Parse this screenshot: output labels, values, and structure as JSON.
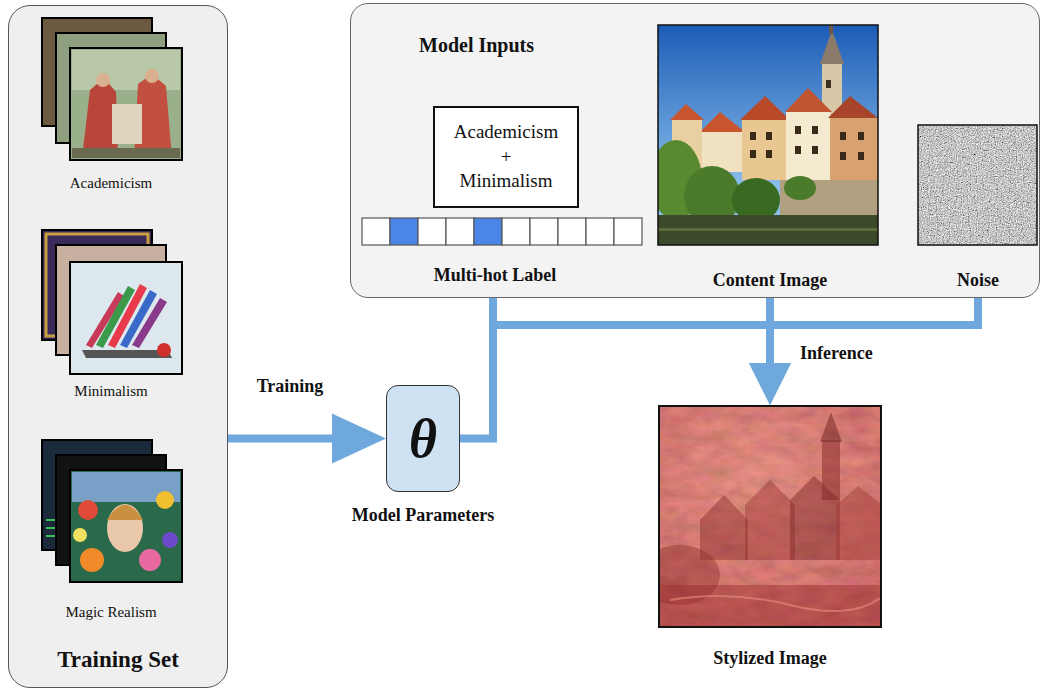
{
  "diagram": {
    "nodes": [
      {
        "text": [
          "Training Set"
        ]
      },
      {
        "text": [
          "Model Inputs"
        ]
      },
      {
        "text": [
          "Academicism + Minimalism"
        ],
        "in": 1
      },
      {
        "text": [
          "θ",
          "Model Parameters"
        ]
      },
      {
        "text": [
          "Stylized Image"
        ]
      }
    ],
    "edges": [
      {
        "from": 0,
        "to": 3,
        "arrow": "to",
        "label": "Training"
      },
      {
        "from": 3,
        "to": 4,
        "arrow": "to"
      },
      {
        "from": 1,
        "to": 4,
        "arrow": "to",
        "label": "Inference"
      }
    ],
    "labels": [
      "Academicism",
      "Minimalism",
      "Magic Realism",
      "Multi-hot Label",
      "Content Image",
      "Noise"
    ]
  }
}
